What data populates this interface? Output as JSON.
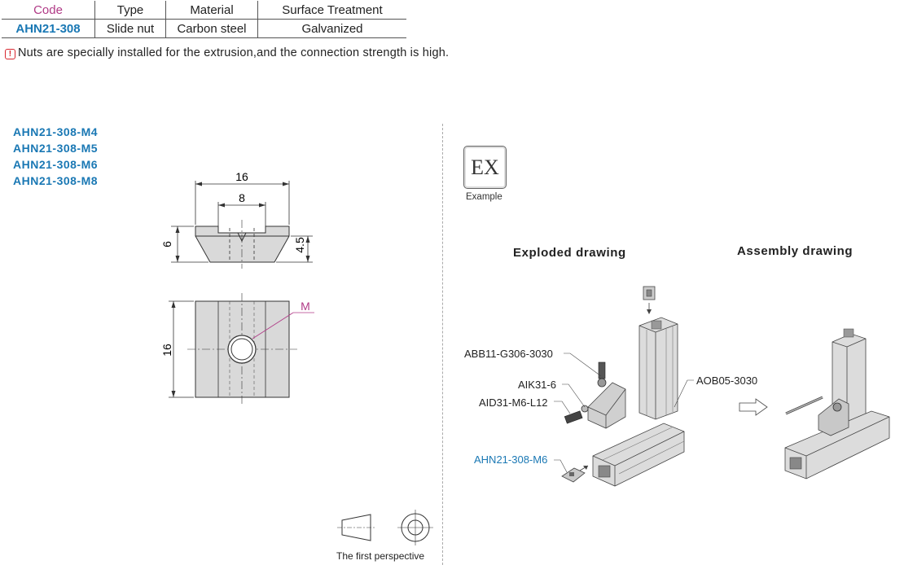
{
  "table": {
    "headers": [
      "Code",
      "Type",
      "Material",
      "Surface Treatment"
    ],
    "row": [
      "AHN21-308",
      "Slide nut",
      "Carbon steel",
      "Galvanized"
    ]
  },
  "note": {
    "icon": "exclamation-icon",
    "text": "Nuts are specially installed for the extrusion,and the connection strength is high."
  },
  "models": [
    "AHN21-308-M4",
    "AHN21-308-M5",
    "AHN21-308-M6",
    "AHN21-308-M8"
  ],
  "drawing": {
    "dim_width": "16",
    "dim_top": "8",
    "dim_height": "6",
    "dim_lower": "4.5",
    "dim_length": "16",
    "thread_label": "M"
  },
  "perspective_label": "The first perspective",
  "example": {
    "badge": "EX",
    "label": "Example"
  },
  "exploded_title": "Exploded drawing",
  "assembly_title": "Assembly drawing",
  "parts": {
    "bracket": "ABB11-G306-3030",
    "aik": "AIK31-6",
    "aid": "AID31-M6-L12",
    "nut": "AHN21-308-M6",
    "profile": "AOB05-3030"
  },
  "colors": {
    "accent_blue": "#1a78b4",
    "header_magenta": "#b03a86",
    "warning_red": "#d8262e"
  }
}
